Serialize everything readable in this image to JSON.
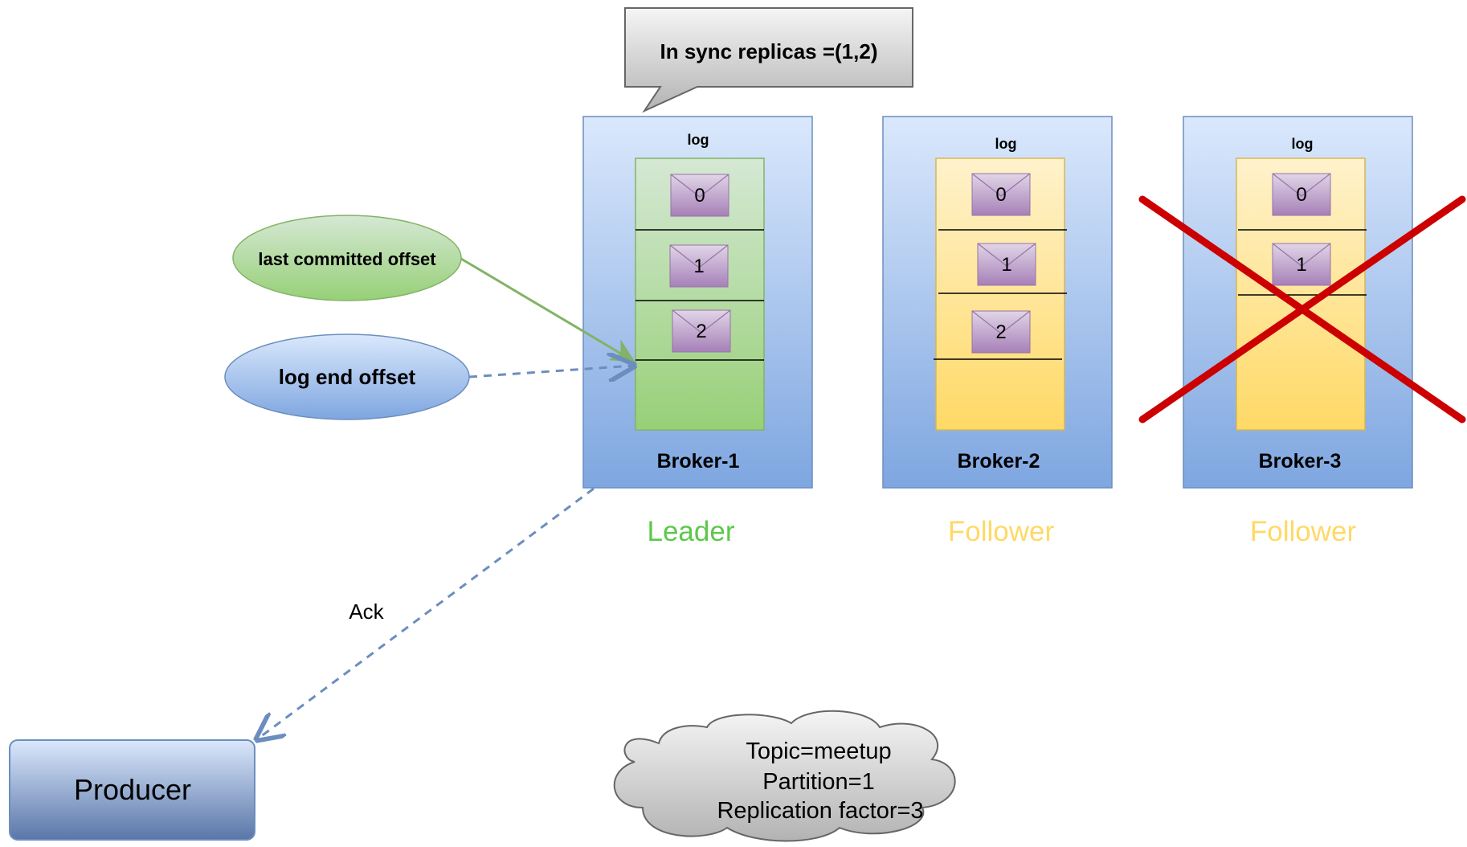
{
  "callout": {
    "text": "In sync replicas =(1,2)"
  },
  "brokers": [
    {
      "name": "Broker-1",
      "log_label": "log",
      "role": "Leader",
      "role_color": "#5cc84a",
      "log_fill": "green",
      "messages": [
        "0",
        "1",
        "2"
      ],
      "failed": false
    },
    {
      "name": "Broker-2",
      "log_label": "log",
      "role": "Follower",
      "role_color": "#ffd966",
      "log_fill": "yellow",
      "messages": [
        "0",
        "1",
        "2"
      ],
      "failed": false
    },
    {
      "name": "Broker-3",
      "log_label": "log",
      "role": "Follower",
      "role_color": "#ffd966",
      "log_fill": "yellow",
      "messages": [
        "0",
        "1"
      ],
      "failed": true
    }
  ],
  "offsets": {
    "last_committed": "last committed offset",
    "log_end": "log end offset"
  },
  "ack_label": "Ack",
  "producer": {
    "label": "Producer"
  },
  "topic_cloud": {
    "lines": [
      "Topic=meetup",
      "Partition=1",
      "Replication factor=3"
    ]
  },
  "colors": {
    "broker_blue": "#7ea6e0",
    "green_arrow": "#82b366",
    "blue_dashed_arrow": "#6c8ebf",
    "failure_cross": "#cc0000",
    "envelope": "#a680b8"
  }
}
